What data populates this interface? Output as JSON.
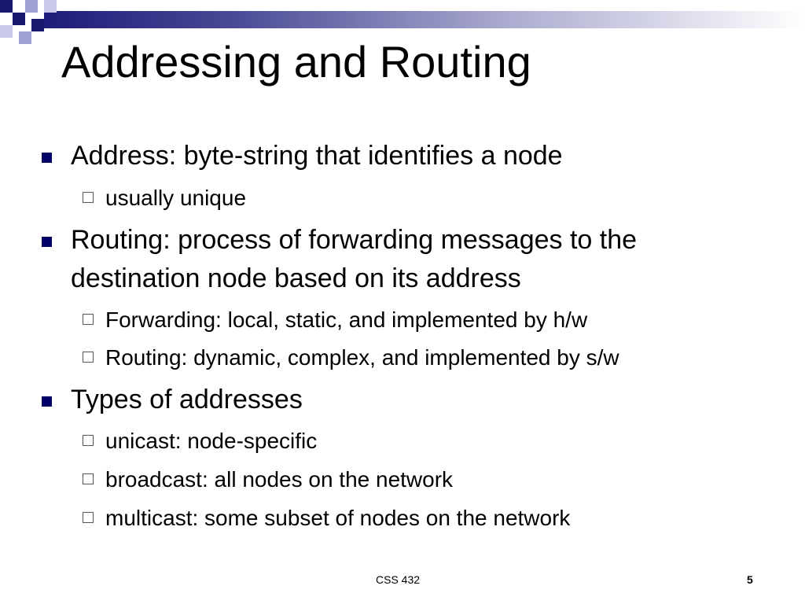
{
  "slide": {
    "title": "Addressing and Routing",
    "bullets": [
      {
        "text_lines": [
          "Address: byte-string that identifies a node"
        ],
        "sub": [
          "usually unique"
        ]
      },
      {
        "text_lines": [
          "Routing: process of forwarding messages to the",
          "destination node based on its address"
        ],
        "sub": [
          "Forwarding: local, static, and implemented by h/w",
          "Routing: dynamic, complex, and implemented by s/w"
        ]
      },
      {
        "text_lines": [
          "Types of addresses"
        ],
        "sub": [
          "unicast: node-specific",
          "broadcast: all nodes on the network",
          "multicast: some subset of nodes on the network"
        ]
      }
    ]
  },
  "footer": {
    "course": "CSS 432",
    "page_number": "5"
  },
  "colors": {
    "accent_navy": "#17176e",
    "bullet_square": "#000066"
  }
}
